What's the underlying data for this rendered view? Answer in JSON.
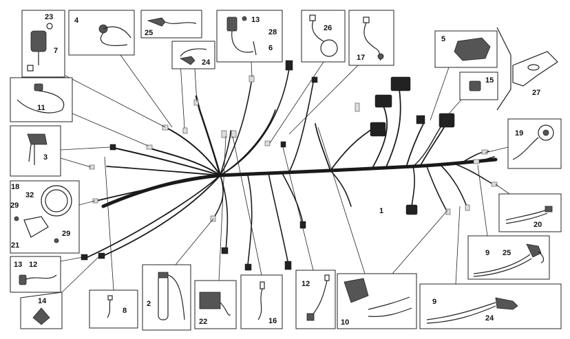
{
  "diagram": {
    "callouts": {
      "c1": "1",
      "c2": "2",
      "c3": "3",
      "c4": "4",
      "c5": "5",
      "c6": "6",
      "c7": "7",
      "c8": "8",
      "c9a": "9",
      "c9b": "9",
      "c10": "10",
      "c11": "11",
      "c12a": "12",
      "c12b": "12",
      "c13a": "13",
      "c13b": "13",
      "c14": "14",
      "c15": "15",
      "c16": "16",
      "c17": "17",
      "c18": "18",
      "c19": "19",
      "c20": "20",
      "c21": "21",
      "c22": "22",
      "c23": "23",
      "c24a": "24",
      "c24b": "24",
      "c25a": "25",
      "c25b": "25",
      "c26": "26",
      "c27": "27",
      "c28": "28",
      "c29a": "29",
      "c29b": "29",
      "c32": "32"
    }
  }
}
